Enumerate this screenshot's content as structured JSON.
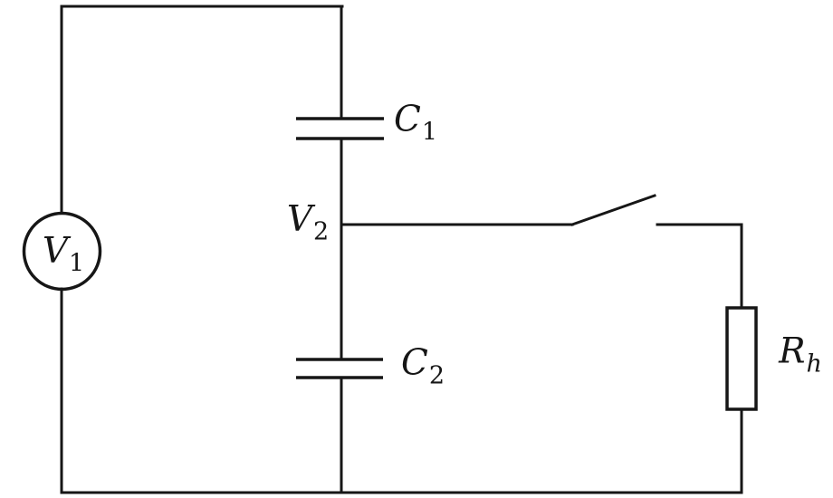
{
  "figure": {
    "kind": "circuit-diagram",
    "background_color": "#ffffff",
    "line_color": "#161616"
  },
  "labels": {
    "source": {
      "main": "V",
      "sub": "1"
    },
    "midpoint_node": {
      "main": "V",
      "sub": "2"
    },
    "capacitor1": {
      "main": "C",
      "sub": "1"
    },
    "capacitor2": {
      "main": "C",
      "sub": "2"
    },
    "resistor": {
      "main": "R",
      "sub": "h"
    }
  },
  "components": [
    {
      "name": "voltage-source",
      "label": "V1",
      "position": "left-branch"
    },
    {
      "name": "capacitor",
      "label": "C1",
      "position": "middle-branch-upper"
    },
    {
      "name": "capacitor",
      "label": "C2",
      "position": "middle-branch-lower"
    },
    {
      "name": "node",
      "label": "V2",
      "position": "between-C1-C2"
    },
    {
      "name": "switch-open",
      "label": "",
      "position": "horizontal-branch"
    },
    {
      "name": "resistor",
      "label": "Rh",
      "position": "right-branch"
    }
  ]
}
